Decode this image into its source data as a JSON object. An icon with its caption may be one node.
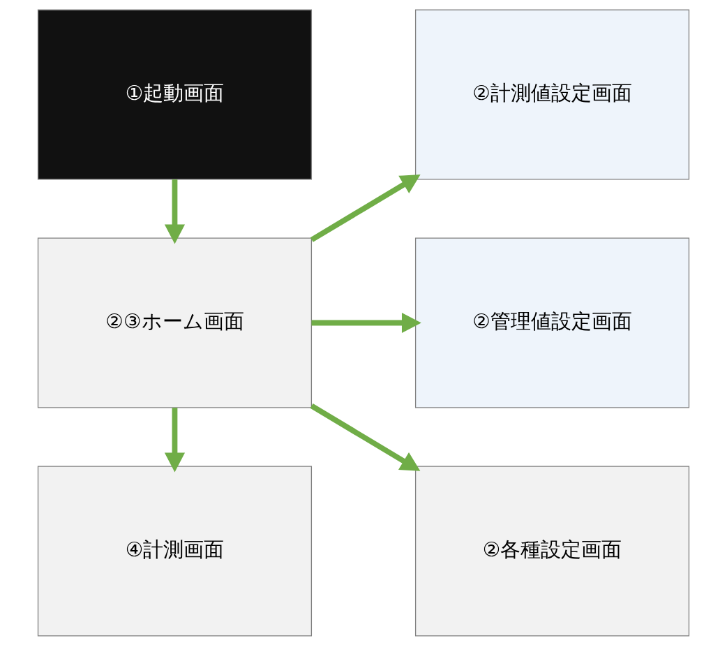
{
  "diagram": {
    "nodes": [
      {
        "text": [
          "①起動画面"
        ]
      },
      {
        "text": [
          "②③ホーム画面"
        ]
      },
      {
        "text": [
          "④計測画面"
        ]
      },
      {
        "text": [
          "②計測値設定画面"
        ]
      },
      {
        "text": [
          "②管理値設定画面"
        ]
      },
      {
        "text": [
          "②各種設定画面"
        ]
      }
    ],
    "edges": [
      {
        "from": 0,
        "to": 1,
        "arrow": "to"
      },
      {
        "from": 1,
        "to": 2,
        "arrow": "to"
      },
      {
        "from": 1,
        "to": 3,
        "arrow": "to"
      },
      {
        "from": 1,
        "to": 4,
        "arrow": "to"
      },
      {
        "from": 1,
        "to": 5,
        "arrow": "to"
      }
    ]
  }
}
